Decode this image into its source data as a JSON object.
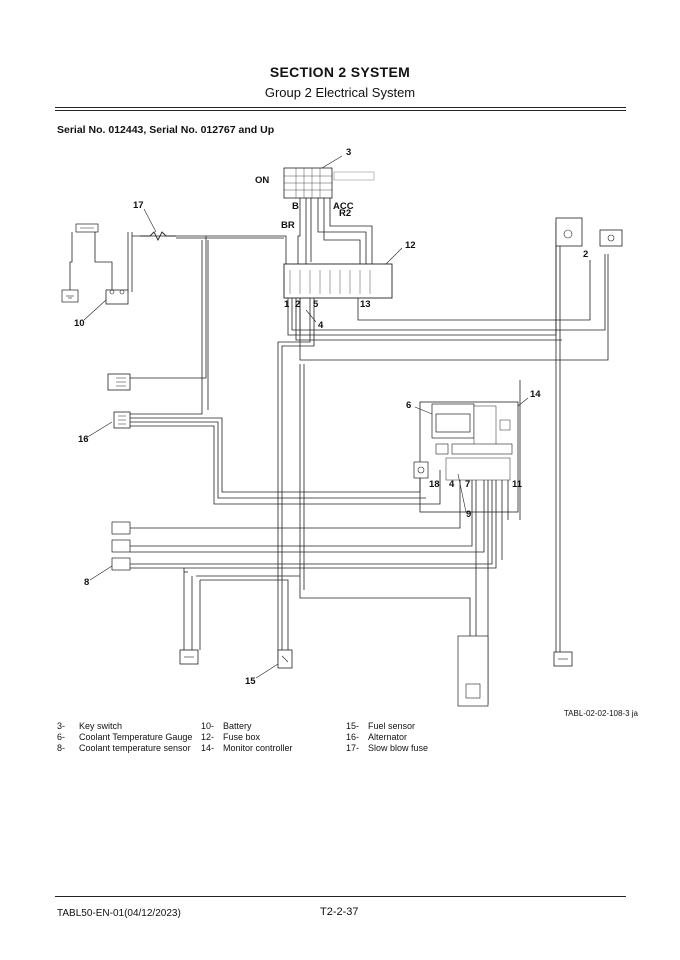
{
  "header": {
    "title": "SECTION 2 SYSTEM",
    "subtitle": "Group 2 Electrical System"
  },
  "serial": "Serial No. 012443, Serial No. 012767 and Up",
  "diagram": {
    "callouts": {
      "c3": "3",
      "c17": "17",
      "c12": "12",
      "c2": "2",
      "c10": "10",
      "c1": "1",
      "c2b": "2",
      "c5": "5",
      "c4": "4",
      "c13": "13",
      "c6": "6",
      "c14": "14",
      "c16": "16",
      "c18": "18",
      "c4b": "4",
      "c7": "7",
      "c11": "11",
      "c9": "9",
      "c8": "8",
      "c15": "15"
    },
    "key_switch_labels": {
      "on": "ON",
      "b": "B",
      "acc": "ACC",
      "br": "BR",
      "r2": "R2"
    },
    "figure_id": "TABL-02-02-108-3 ja"
  },
  "legend": [
    [
      {
        "num": "3-",
        "text": "Key switch"
      },
      {
        "num": "6-",
        "text": "Coolant Temperature Gauge"
      },
      {
        "num": "8-",
        "text": "Coolant temperature sensor"
      }
    ],
    [
      {
        "num": "10-",
        "text": "Battery"
      },
      {
        "num": "12-",
        "text": "Fuse box"
      },
      {
        "num": "14-",
        "text": "Monitor controller"
      }
    ],
    [
      {
        "num": "15-",
        "text": "Fuel sensor"
      },
      {
        "num": "16-",
        "text": "Alternator"
      },
      {
        "num": "17-",
        "text": "Slow blow fuse"
      }
    ]
  ],
  "footer": {
    "doc_code": "TABL50-EN-01(04/12/2023)",
    "page": "T2-2-37"
  }
}
